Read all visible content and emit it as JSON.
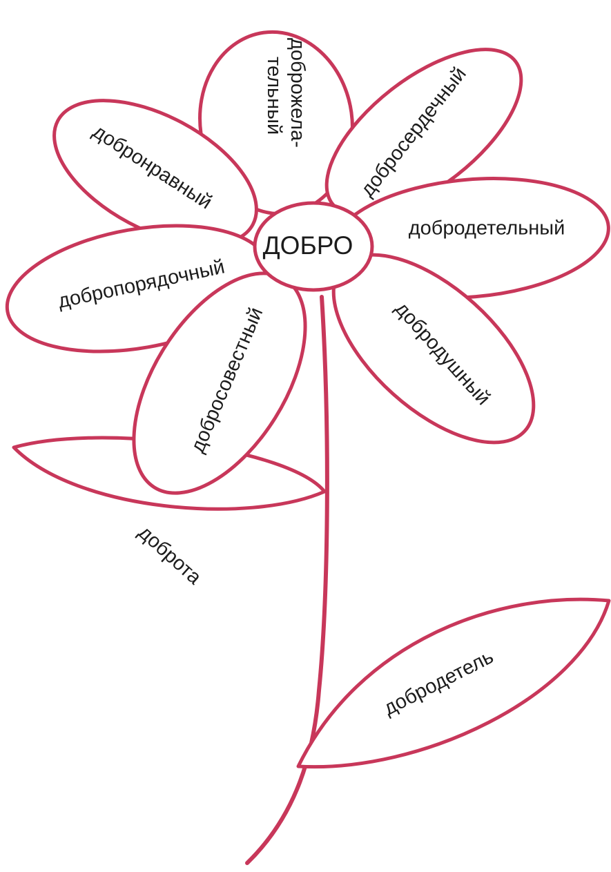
{
  "center": {
    "label": "ДОБРО"
  },
  "petals": [
    {
      "id": "top",
      "label_line1": "доброжела-",
      "label_line2": "тельный"
    },
    {
      "id": "upper-right",
      "label": "добросердечный"
    },
    {
      "id": "right",
      "label": "добродетельный"
    },
    {
      "id": "lower-right",
      "label": "добродушный"
    },
    {
      "id": "lower-left",
      "label": "добросовестный"
    },
    {
      "id": "left",
      "label": "добропорядочный"
    },
    {
      "id": "upper-left",
      "label": "добронравный"
    }
  ],
  "leaves": [
    {
      "id": "left",
      "label": "доброта"
    },
    {
      "id": "right",
      "label": "добродетель"
    }
  ],
  "colors": {
    "outline": "#c8375a",
    "text": "#1c1c1c",
    "background": "#ffffff"
  }
}
